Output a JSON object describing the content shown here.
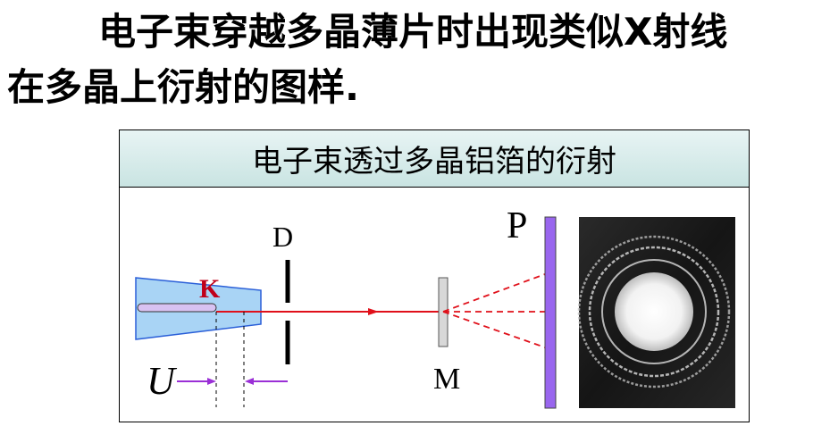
{
  "heading": {
    "line1": "电子束穿越多晶薄片时出现类似X射线",
    "line2": "在多晶上衍射的图样."
  },
  "figure": {
    "title": "电子束透过多晶铝箔的衍射",
    "labels": {
      "cathode": "K",
      "diaphragm": "D",
      "foil": "M",
      "screen": "P",
      "voltage": "U"
    },
    "colors": {
      "beam": "#e0101a",
      "cathode_label": "#c0001a",
      "gun_body": "#a9d4f5",
      "gun_outline": "#2a5fd8",
      "filament": "#d8c2f2",
      "screen": "#9966ee",
      "voltage_arrows": "#9a2fd6",
      "title_bg": "#d6ecea"
    }
  }
}
